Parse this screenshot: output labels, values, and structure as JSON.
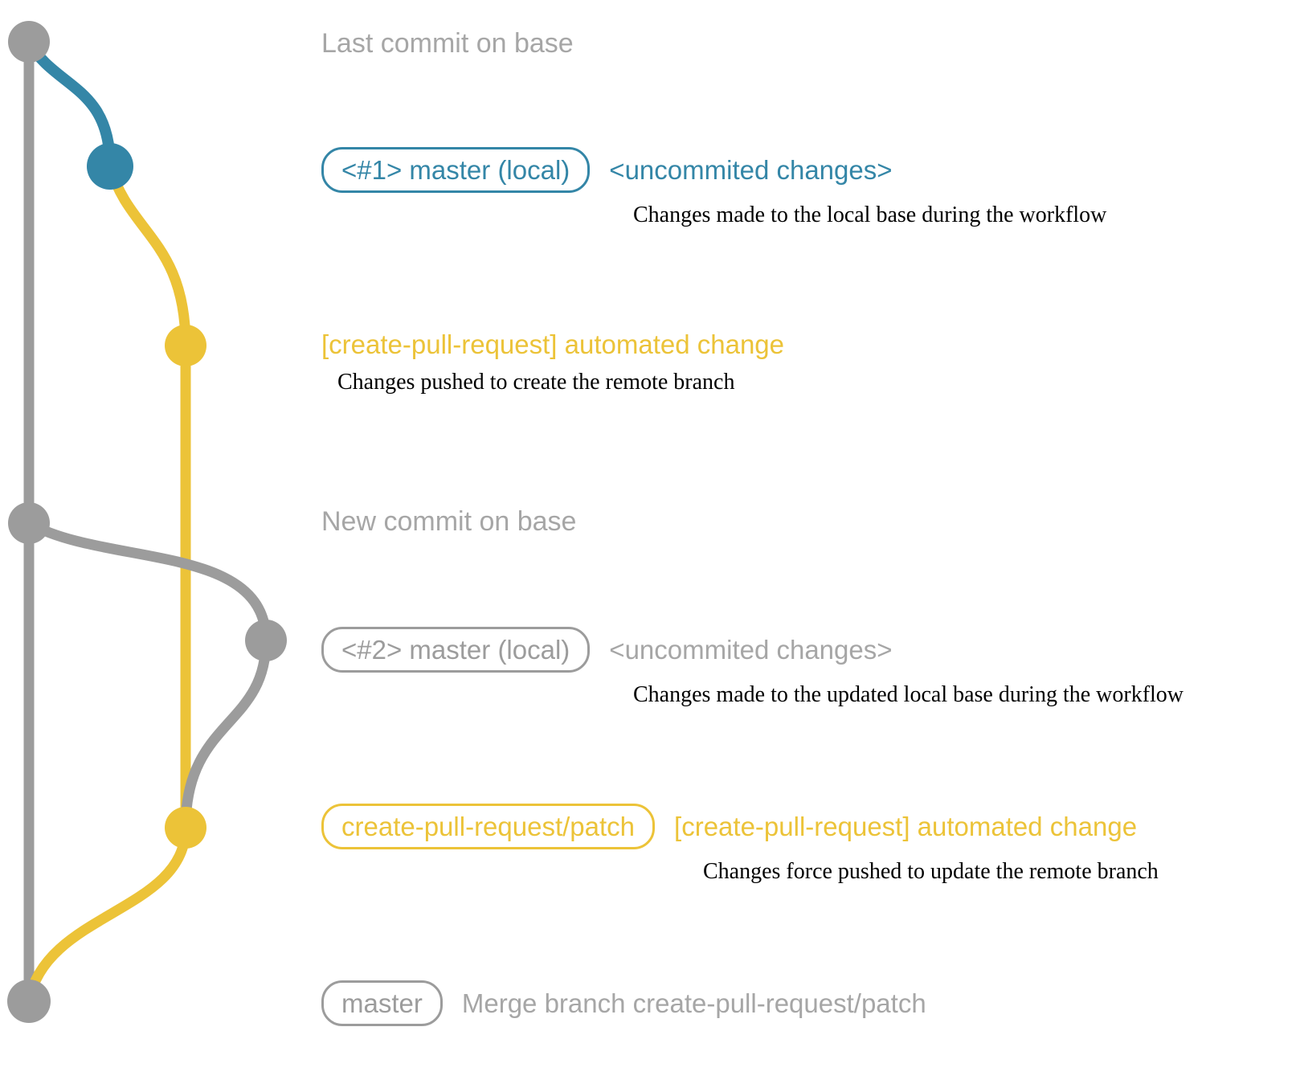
{
  "diagram": {
    "colors": {
      "gray": "#9c9c9c",
      "gray_text": "#a6a6a6",
      "blue": "#3486a7",
      "yellow": "#ecc338",
      "note_text": "#000000",
      "background": "#ffffff"
    },
    "annotations": [
      {
        "label": "Last commit on base"
      },
      {
        "badge": "<#1> master (local)",
        "message": "<uncommited changes>",
        "note": "Changes made to the local base during the workflow"
      },
      {
        "message": "[create-pull-request] automated change",
        "note": "Changes pushed to create the remote branch"
      },
      {
        "label": "New commit on base"
      },
      {
        "badge": "<#2> master (local)",
        "message": "<uncommited changes>",
        "note": "Changes made to the updated local base during the workflow"
      },
      {
        "badge": "create-pull-request/patch",
        "message": "[create-pull-request] automated change",
        "note": "Changes force pushed to update the remote branch"
      },
      {
        "badge": "master",
        "message": "Merge branch create-pull-request/patch"
      }
    ]
  }
}
